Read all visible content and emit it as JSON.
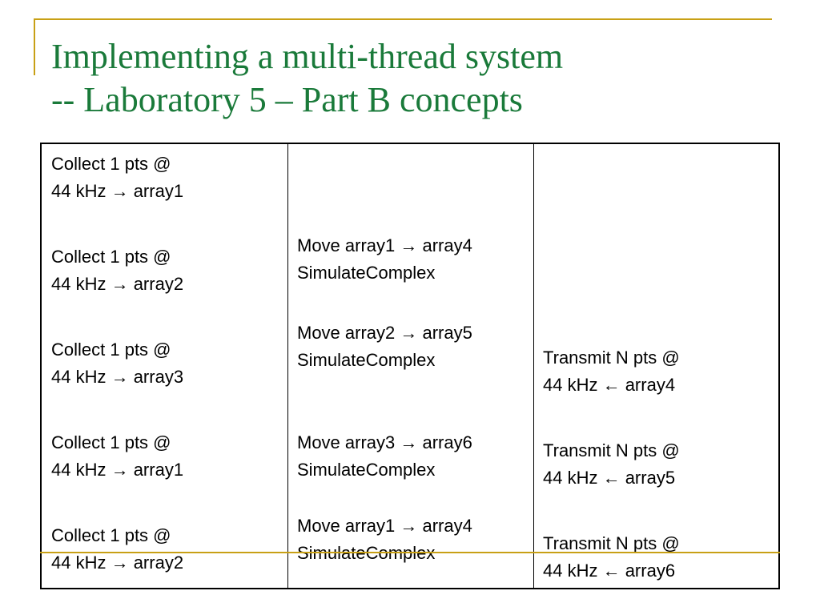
{
  "slide": {
    "title_line1": "Implementing a multi-thread system",
    "title_line2": "-- Laboratory 5 – Part B concepts"
  },
  "table": {
    "collect": [
      {
        "line1": "Collect 1 pts @",
        "line2": "44 kHz → array1"
      },
      {
        "line1": "Collect 1 pts @",
        "line2": "44 kHz → array2"
      },
      {
        "line1": "Collect 1 pts @",
        "line2": "44 kHz → array3"
      },
      {
        "line1": "Collect 1 pts @",
        "line2": "44 kHz → array1"
      },
      {
        "line1": "Collect 1 pts @",
        "line2": "44 kHz → array2"
      }
    ],
    "process": [
      {
        "line1": "Move array1 → array4",
        "line2": "SimulateComplex"
      },
      {
        "line1": "Move array2 → array5",
        "line2": "SimulateComplex"
      },
      {
        "line1": "Move array3 → array6",
        "line2": "SimulateComplex"
      },
      {
        "line1": "Move array1 → array4",
        "line2": "SimulateComplex"
      }
    ],
    "transmit": [
      {
        "line1": "Transmit N pts @",
        "line2": "44 kHz ← array4"
      },
      {
        "line1": "Transmit N pts @",
        "line2": "44 kHz ← array5"
      },
      {
        "line1": "Transmit N pts @",
        "line2": "44 kHz ← array6"
      }
    ]
  },
  "colors": {
    "title": "#1a7a3a",
    "accent": "#c8a015",
    "text": "#000000"
  }
}
